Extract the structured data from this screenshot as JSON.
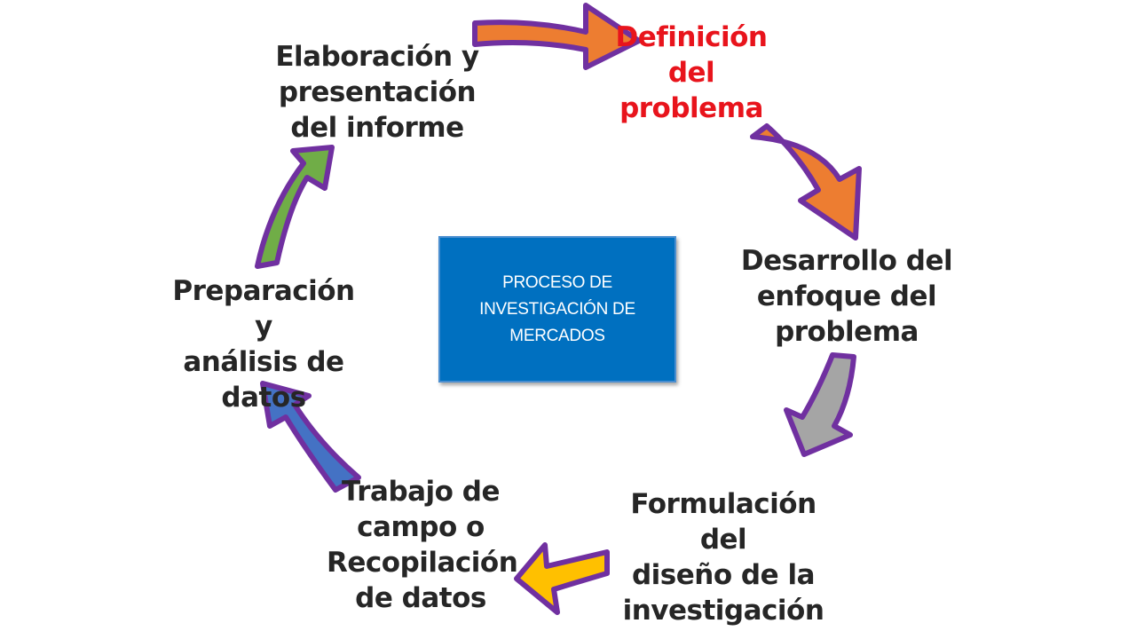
{
  "center": {
    "title": "PROCESO DE\nINVESTIGACIÓN DE\nMERCADOS",
    "fill": "#0070c0"
  },
  "steps": [
    {
      "label": "Definición\ndel\nproblema",
      "color": "#e8141c"
    },
    {
      "label": "Desarrollo del\nenfoque del\nproblema",
      "color": "#262626"
    },
    {
      "label": "Formulación del\ndiseño de la\ninvestigación",
      "color": "#262626"
    },
    {
      "label": "Trabajo de\ncampo o\nRecopilación\nde datos",
      "color": "#262626"
    },
    {
      "label": "Preparación y\nanálisis de\ndatos",
      "color": "#262626"
    },
    {
      "label": "Elaboración y\npresentación\ndel informe",
      "color": "#262626"
    }
  ],
  "arrows": {
    "outline": "#7030a0",
    "fills": [
      "#ed7d31",
      "#ed7d31",
      "#a5a5a5",
      "#ffc000",
      "#4472c4",
      "#70ad47"
    ]
  }
}
